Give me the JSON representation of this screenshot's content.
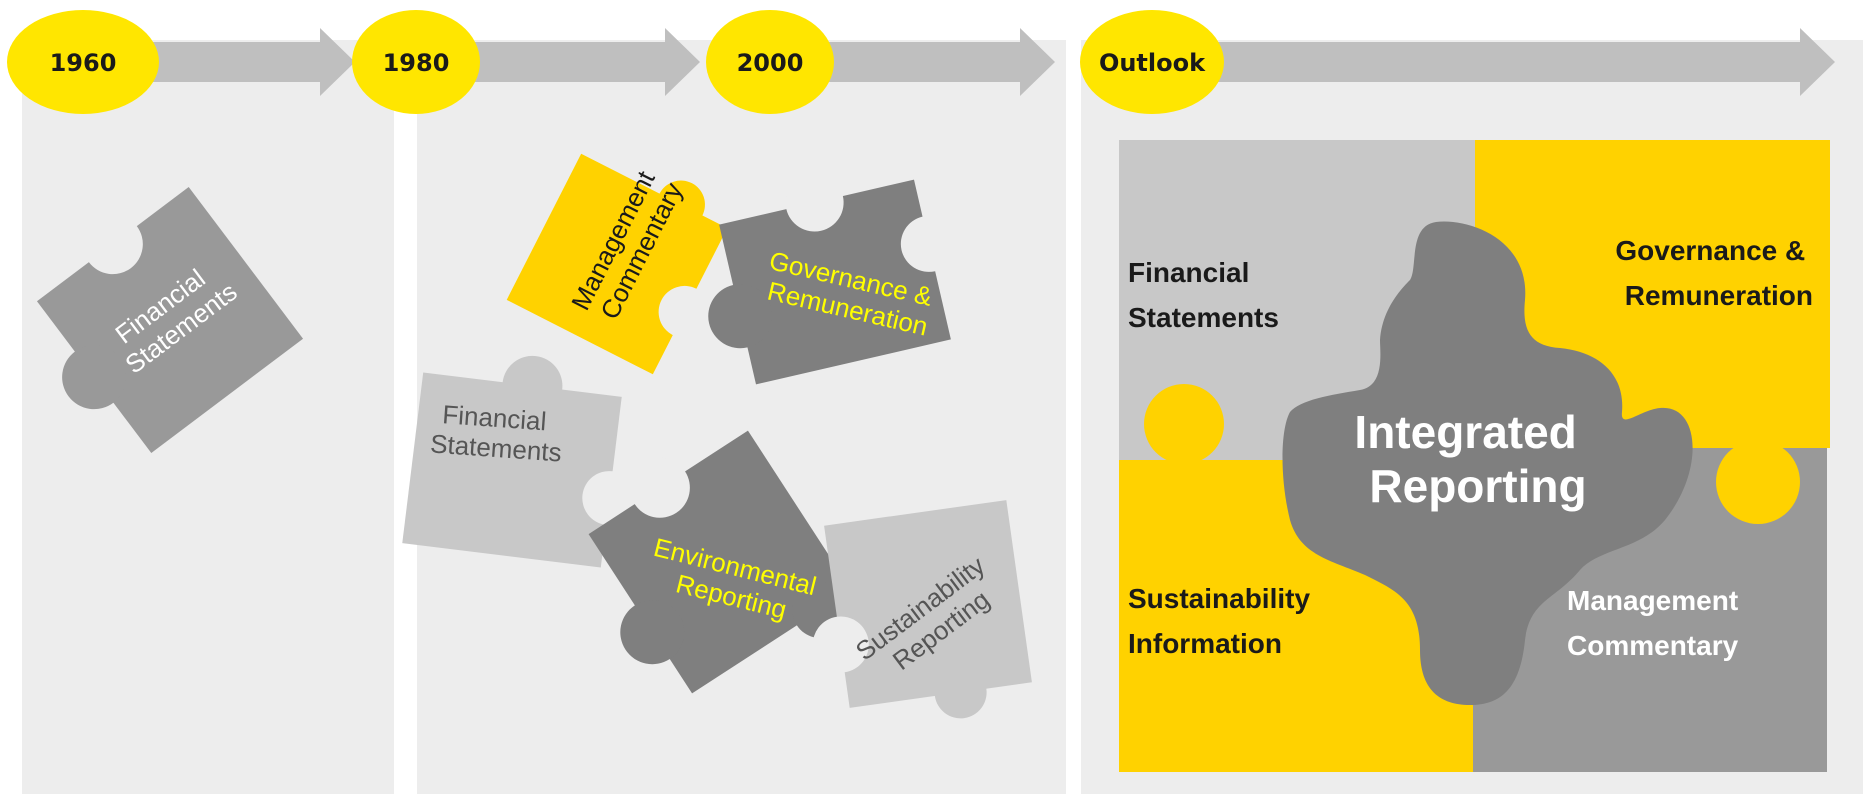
{
  "timeline": {
    "periods": [
      {
        "label": "1960"
      },
      {
        "label": "1980"
      },
      {
        "label": "2000"
      },
      {
        "label": "Outlook"
      }
    ]
  },
  "pieces": {
    "p1960_financial": [
      "Financial",
      "Statements"
    ],
    "p_mgmt": [
      "Management",
      "Commentary"
    ],
    "p_gov": [
      "Governance &",
      "Remuneration"
    ],
    "p_fin2": [
      "Financial",
      "Statements"
    ],
    "p_env": [
      "Environmental",
      "Reporting"
    ],
    "p_sust": [
      "Sustainability",
      "Reporting"
    ]
  },
  "outlook": {
    "financial": [
      "Financial",
      "Statements"
    ],
    "governance": [
      "Governance &",
      "Remuneration"
    ],
    "sustainability": [
      "Sustainability",
      "Information"
    ],
    "management": [
      "Management",
      "Commentary"
    ],
    "center": [
      "Integrated",
      "Reporting"
    ]
  },
  "colors": {
    "yellow_circle": "#ffe600",
    "yellow_piece": "#ffd200",
    "dark_gray": "#7f7f7f",
    "mid_gray": "#999999",
    "light_gray": "#c8c8c8",
    "panel": "#ededed",
    "arrow": "#bfbfbf",
    "yellow_text": "#ffff00"
  }
}
